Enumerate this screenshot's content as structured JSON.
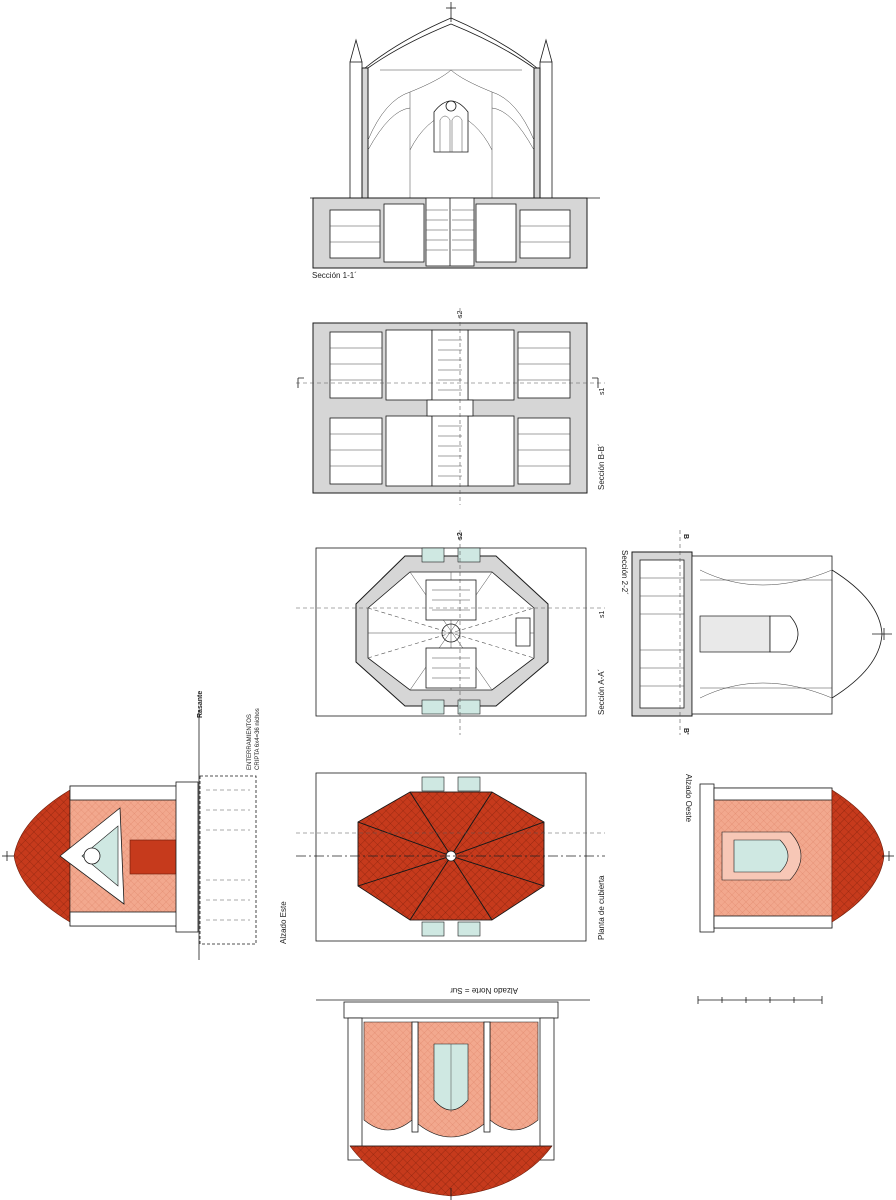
{
  "labels": {
    "seccion_1": "Sección 1-1´",
    "seccion_bb": "Sección B-B´",
    "seccion_aa": "Sección A-A´",
    "seccion_22": "Sección 2-2´",
    "planta_cubierta": "Planta de cubierta",
    "alzado_oeste": "Alzado Oeste",
    "alzado_este": "Alzado Este",
    "alzado_norte_sur": "Alzado Norte = Sur",
    "rasante": "Rasante",
    "enterramientos": "ENTERRAMIENTOS",
    "cripta_nichos": "CRIPTA 6x4=36 nichos"
  },
  "markers": {
    "s1": "s1",
    "s2": "s2",
    "b": "B",
    "b_prime": "B'"
  },
  "colors": {
    "roof_red": "#c63a1c",
    "tile_pink": "#f2a88e",
    "glass": "#cfe8e2",
    "wall_fill": "#d6d6d6",
    "line": "#1a1a1a"
  }
}
